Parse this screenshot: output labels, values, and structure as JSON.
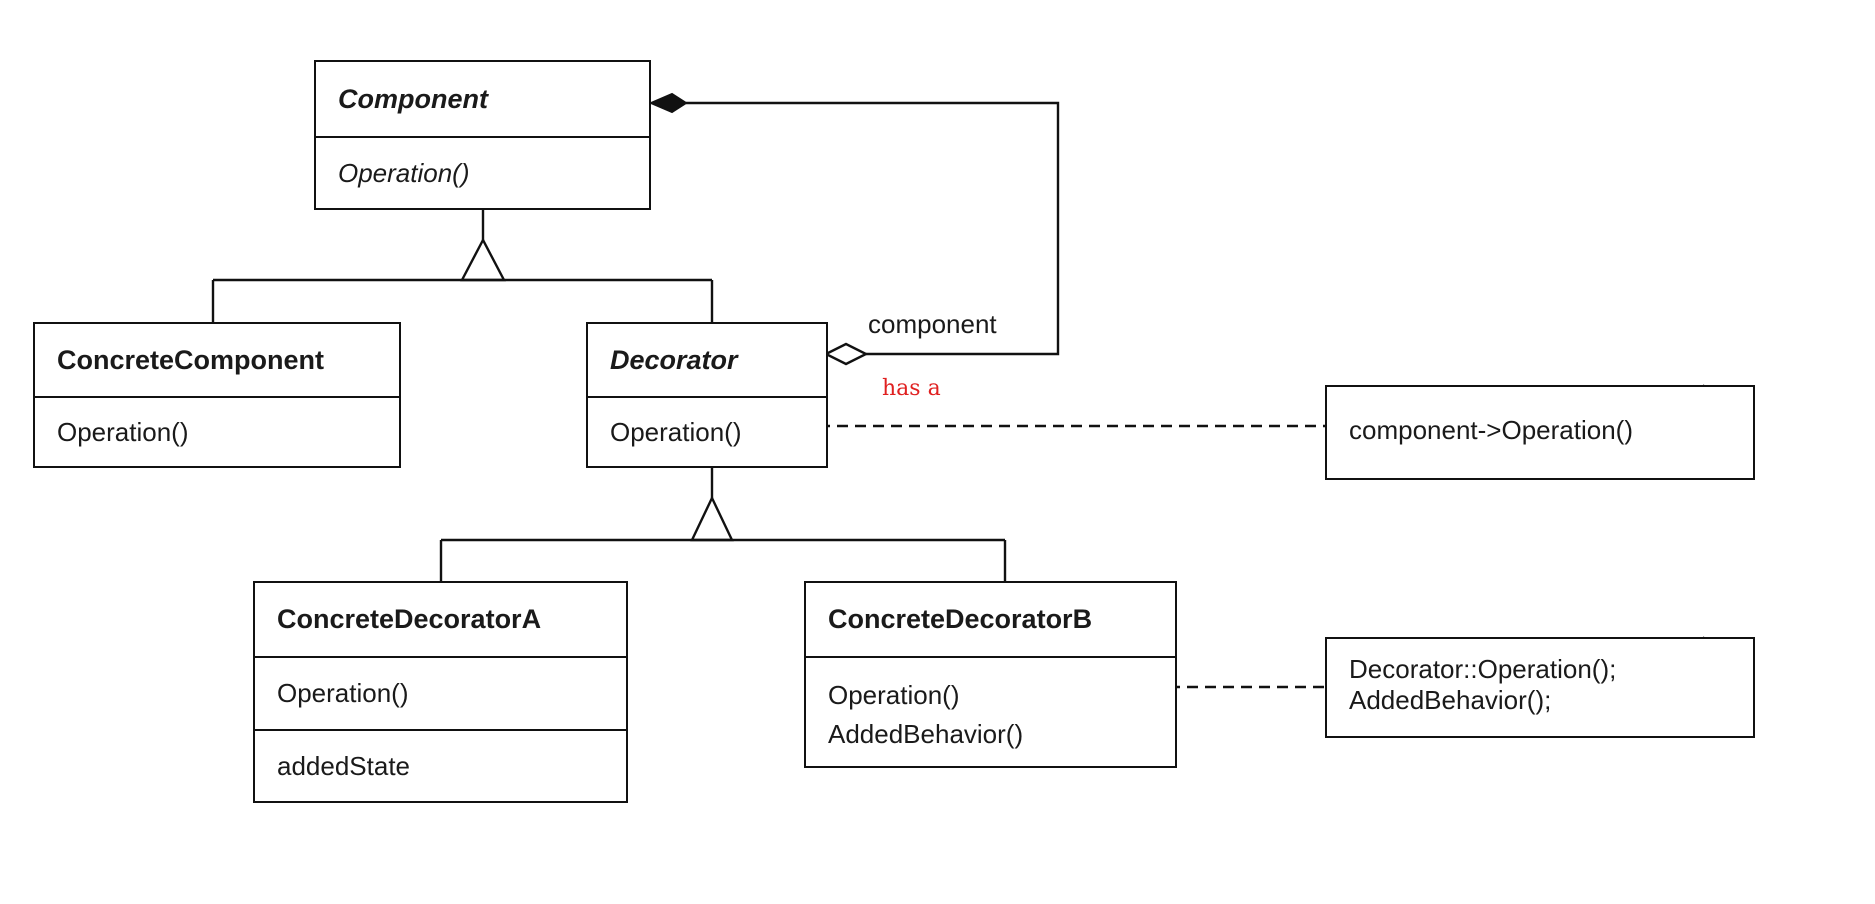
{
  "classes": {
    "component": {
      "name": "Component",
      "operations": [
        "Operation()"
      ]
    },
    "concrete_component": {
      "name": "ConcreteComponent",
      "operations": [
        "Operation()"
      ]
    },
    "decorator": {
      "name": "Decorator",
      "operations": [
        "Operation()"
      ]
    },
    "concrete_decorator_a": {
      "name": "ConcreteDecoratorA",
      "operations": [
        "Operation()"
      ],
      "attributes": [
        "addedState"
      ]
    },
    "concrete_decorator_b": {
      "name": "ConcreteDecoratorB",
      "operations": [
        "Operation()",
        "AddedBehavior()"
      ]
    }
  },
  "labels": {
    "role": "component",
    "annotation": "has a"
  },
  "notes": {
    "decorator_note": [
      "component->Operation()"
    ],
    "concrete_b_note": [
      "Decorator::Operation();",
      "AddedBehavior();"
    ]
  },
  "colors": {
    "line": "#111111",
    "annotation": "#e02020",
    "note_corner": "#a8a8a8"
  }
}
